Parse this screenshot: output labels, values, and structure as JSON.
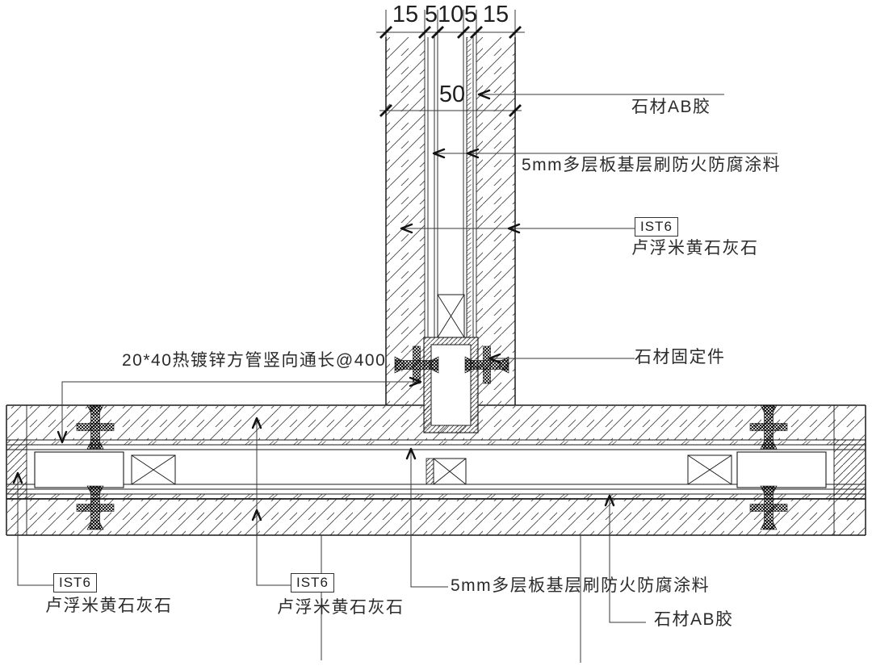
{
  "page": {
    "background": "#ffffff",
    "line_color": "#1a1a1a",
    "text_color": "#2b2b2b"
  },
  "dimensions": {
    "top_run": {
      "segments": [
        "15",
        "5",
        "10",
        "5",
        "15"
      ]
    },
    "wall_width": "50"
  },
  "annotations": {
    "stone_ab_glue_top": {
      "text": "石材AB胶"
    },
    "plywood_fireproof_top": {
      "text": "5mm多层板基层刷防火防腐涂料"
    },
    "stone_right": {
      "code": "IST6",
      "name": "卢浮米黄石灰石"
    },
    "stone_fixing": {
      "text": "石材固定件"
    },
    "steel_tube": {
      "text": "20*40热镀锌方管竖向通长@400"
    },
    "stone_bottom_left": {
      "code": "IST6",
      "name": "卢浮米黄石灰石"
    },
    "stone_bottom_center": {
      "code": "IST6",
      "name": "卢浮米黄石灰石"
    },
    "plywood_fireproof_bottom": {
      "text": "5mm多层板基层刷防火防腐涂料"
    },
    "stone_ab_glue_bottom": {
      "text": "石材AB胶"
    }
  }
}
